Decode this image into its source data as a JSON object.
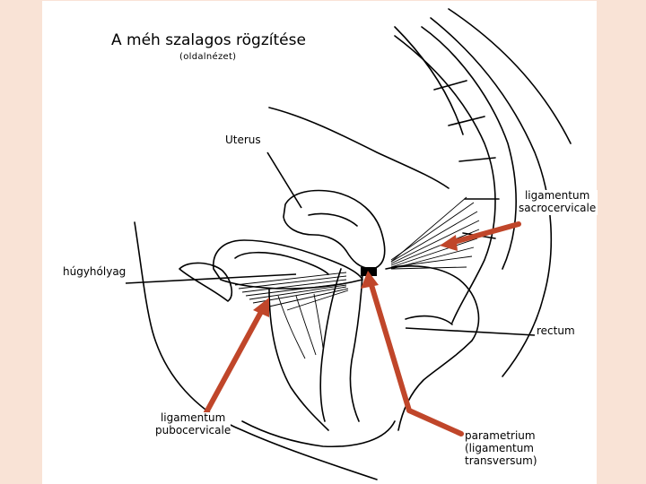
{
  "title": "A méh szalagos rögzítése",
  "subtitle": "(oldalnézet)",
  "labels": {
    "uterus": "Uterus",
    "bladder": "húgyhólyag",
    "rectum": "rectum",
    "sacro_line1": "ligamentum",
    "sacro_line2": "sacrocervicale",
    "pubo_line1": "ligamentum",
    "pubo_line2": "pubocervicale",
    "param_line1": "parametrium",
    "param_line2": "(ligamentum",
    "param_line3": "transversum)"
  },
  "colors": {
    "background": "#f9e3d6",
    "panel": "#ffffff",
    "arrow": "#c0462a",
    "ink": "#000000"
  }
}
